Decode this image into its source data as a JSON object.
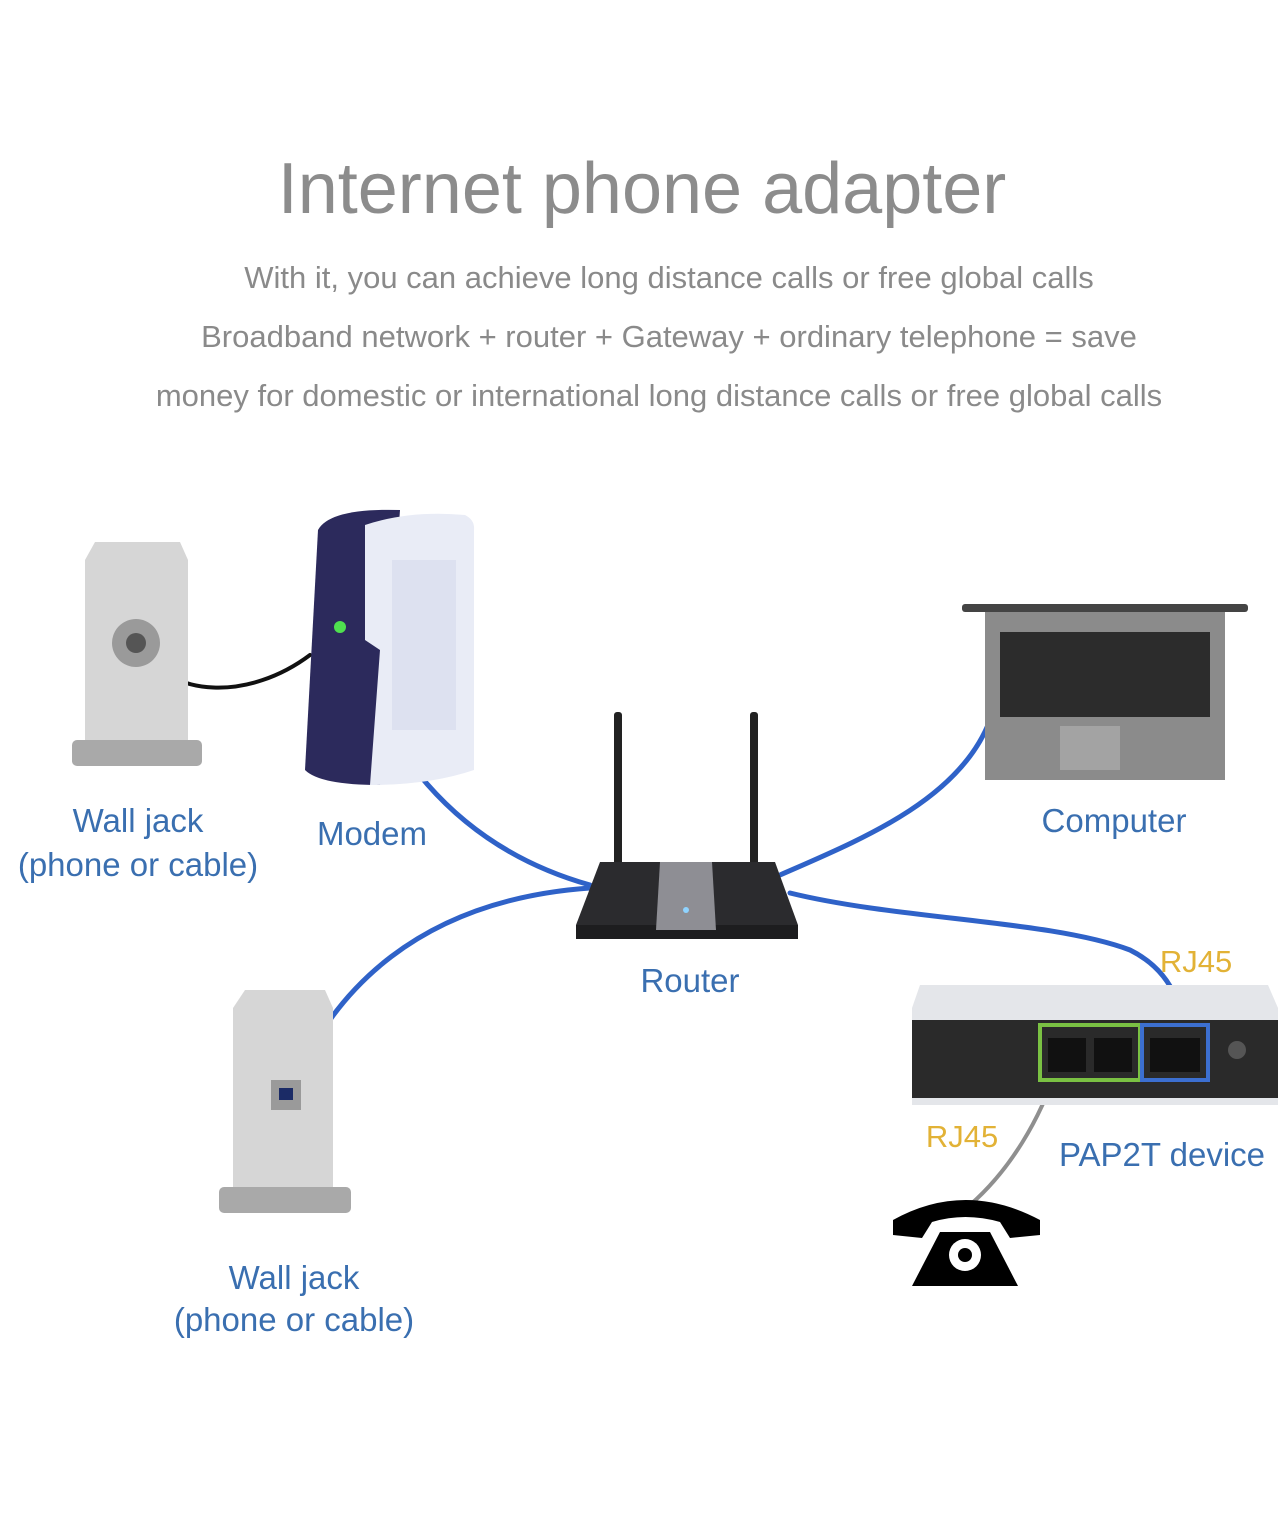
{
  "header": {
    "title": "Internet phone adapter",
    "lines": [
      "With it, you can achieve long distance calls or free global calls",
      "Broadband network + router + Gateway + ordinary telephone = save",
      "money for domestic or international long distance calls or free global calls"
    ]
  },
  "diagram": {
    "labels": {
      "wall_jack_top_1": "Wall jack",
      "wall_jack_top_2": "(phone or cable)",
      "modem": "Modem",
      "computer": "Computer",
      "router": "Router",
      "rj45_top": "RJ45",
      "rj45_bottom": "RJ45",
      "pap2t": "PAP2T device",
      "wall_jack_bottom_1": "Wall jack",
      "wall_jack_bottom_2": "(phone or cable)"
    },
    "colors": {
      "cable_blue": "#2f62c8",
      "label_blue": "#3a6fb0",
      "rj45_yellow": "#e2b236",
      "title_gray": "#8c8c8c"
    }
  }
}
